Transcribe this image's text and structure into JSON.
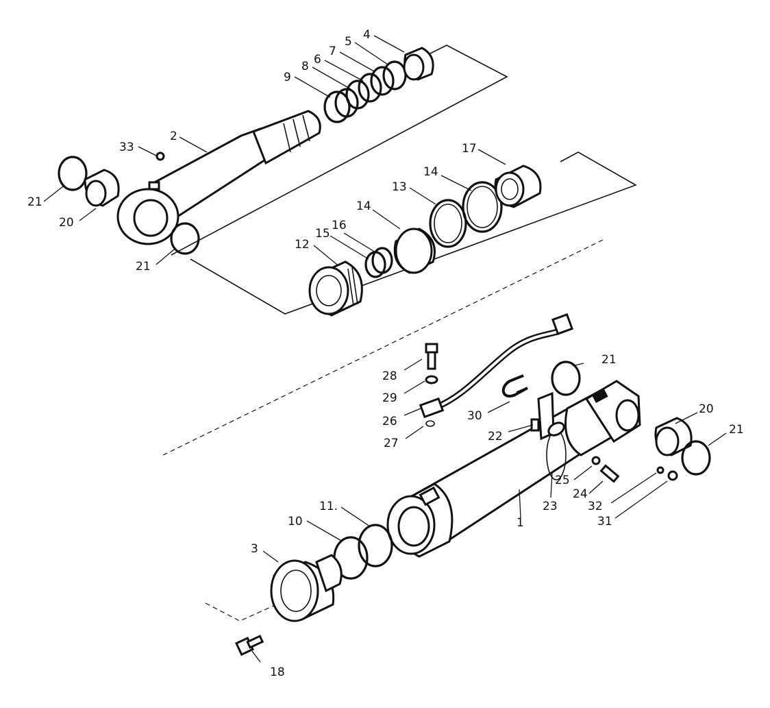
{
  "callouts": [
    {
      "id": "c4",
      "text": "4"
    },
    {
      "id": "c5",
      "text": "5"
    },
    {
      "id": "c7",
      "text": "7"
    },
    {
      "id": "c6",
      "text": "6"
    },
    {
      "id": "c8",
      "text": "8"
    },
    {
      "id": "c9",
      "text": "9"
    },
    {
      "id": "c33",
      "text": "33"
    },
    {
      "id": "c2",
      "text": "2"
    },
    {
      "id": "c21a",
      "text": "21"
    },
    {
      "id": "c20a",
      "text": "20"
    },
    {
      "id": "c21b",
      "text": "21"
    },
    {
      "id": "c17",
      "text": "17"
    },
    {
      "id": "c14a",
      "text": "14"
    },
    {
      "id": "c13",
      "text": "13"
    },
    {
      "id": "c14b",
      "text": "14"
    },
    {
      "id": "c16",
      "text": "16"
    },
    {
      "id": "c15",
      "text": "15"
    },
    {
      "id": "c12",
      "text": "12"
    },
    {
      "id": "c21c",
      "text": "21"
    },
    {
      "id": "c28",
      "text": "28"
    },
    {
      "id": "c29",
      "text": "29"
    },
    {
      "id": "c26",
      "text": "26"
    },
    {
      "id": "c27",
      "text": "27"
    },
    {
      "id": "c30",
      "text": "30"
    },
    {
      "id": "c22",
      "text": "22"
    },
    {
      "id": "c20b",
      "text": "20"
    },
    {
      "id": "c21d",
      "text": "21"
    },
    {
      "id": "c25",
      "text": "25"
    },
    {
      "id": "c24",
      "text": "24"
    },
    {
      "id": "c23",
      "text": "23"
    },
    {
      "id": "c32",
      "text": "32"
    },
    {
      "id": "c31",
      "text": "31"
    },
    {
      "id": "c1",
      "text": "1"
    },
    {
      "id": "c11",
      "text": "11."
    },
    {
      "id": "c10",
      "text": "10"
    },
    {
      "id": "c3",
      "text": "3"
    },
    {
      "id": "c18",
      "text": "18"
    }
  ]
}
